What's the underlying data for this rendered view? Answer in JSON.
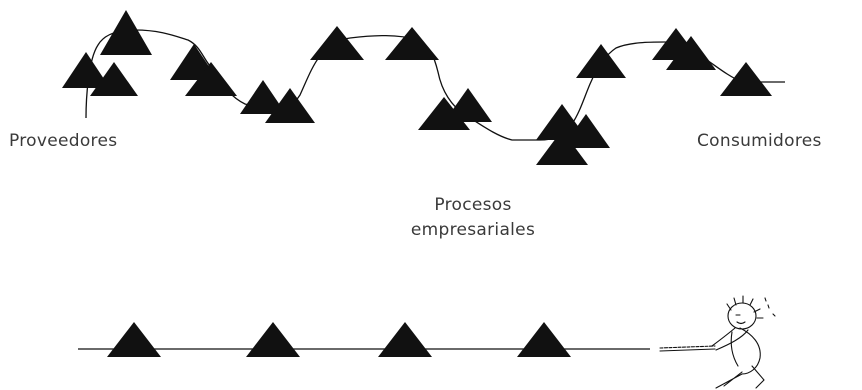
{
  "labels": {
    "suppliers": "Proveedores",
    "process_line1": "Procesos",
    "process_line2": "empresariales",
    "consumers": "Consumidores"
  },
  "icons": {
    "process_marker": "triangle-icon",
    "puller": "person-pulling-rope-icon"
  },
  "colors": {
    "ink": "#111111",
    "text": "#3a3a3a",
    "background": "#ffffff"
  }
}
